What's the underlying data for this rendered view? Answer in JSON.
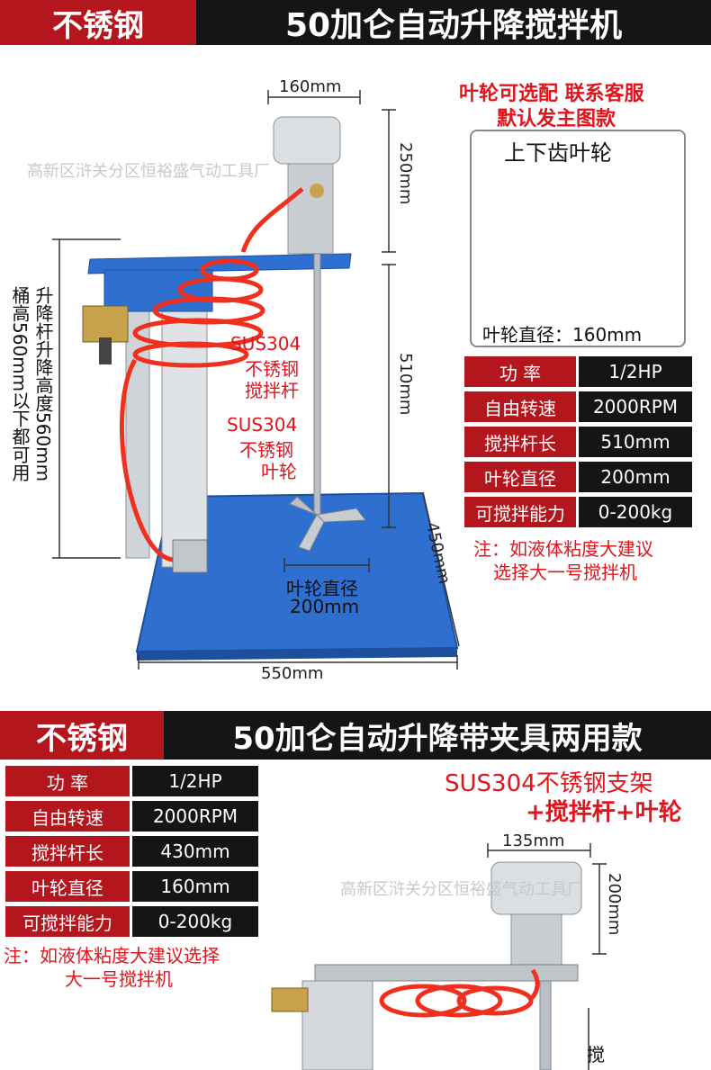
{
  "section1": {
    "label": "不锈钢",
    "title": "50加仑自动升降搅拌机",
    "note_top": [
      "叶轮可选配 联系客服",
      "默认发主图款"
    ],
    "impeller_caption": "上下齿叶轮",
    "impeller_diameter": "叶轮直径：160mm",
    "watermark": "高新区浒关分区恒裕盛气动工具厂",
    "dims": {
      "motor_width": "160mm",
      "motor_height": "250mm",
      "rod_length": "510mm",
      "base_depth": "450mm",
      "base_width": "550mm",
      "impeller": [
        "叶轮直径",
        "200mm"
      ]
    },
    "left_note": [
      "升降杆升降高度560mm",
      "桶高560mm以下都可用"
    ],
    "rod_label": [
      "SUS304",
      "不锈钢",
      "搅拌杆"
    ],
    "impeller_label": [
      "SUS304",
      "不锈钢",
      "叶轮"
    ],
    "specs": [
      {
        "k": "功  率",
        "v": "1/2HP"
      },
      {
        "k": "自由转速",
        "v": "2000RPM"
      },
      {
        "k": "搅拌杆长",
        "v": "510mm"
      },
      {
        "k": "叶轮直径",
        "v": "200mm"
      },
      {
        "k": "可搅拌能力",
        "v": "0-200kg"
      }
    ],
    "spec_note": [
      "注：如液体粘度大建议",
      "选择大一号搅拌机"
    ]
  },
  "section2": {
    "label": "不锈钢",
    "title": "50加仑自动升降带夹具两用款",
    "note": [
      "SUS304不锈钢支架",
      "+搅拌杆+叶轮"
    ],
    "specs": [
      {
        "k": "功  率",
        "v": "1/2HP"
      },
      {
        "k": "自由转速",
        "v": "2000RPM"
      },
      {
        "k": "搅拌杆长",
        "v": "430mm"
      },
      {
        "k": "叶轮直径",
        "v": "160mm"
      },
      {
        "k": "可搅拌能力",
        "v": "0-200kg"
      }
    ],
    "spec_note": [
      "注：如液体粘度大建议选择",
      "大一号搅拌机"
    ],
    "dims": {
      "motor_width": "135mm",
      "motor_height": "200mm"
    },
    "side_text": "搅",
    "watermark": "高新区浒关分区恒裕盛气动工具厂"
  },
  "colors": {
    "accent_red": "#b3171d",
    "text_red": "#e0141c",
    "bar_black": "#151515",
    "base_blue": "#2f6fcf"
  }
}
